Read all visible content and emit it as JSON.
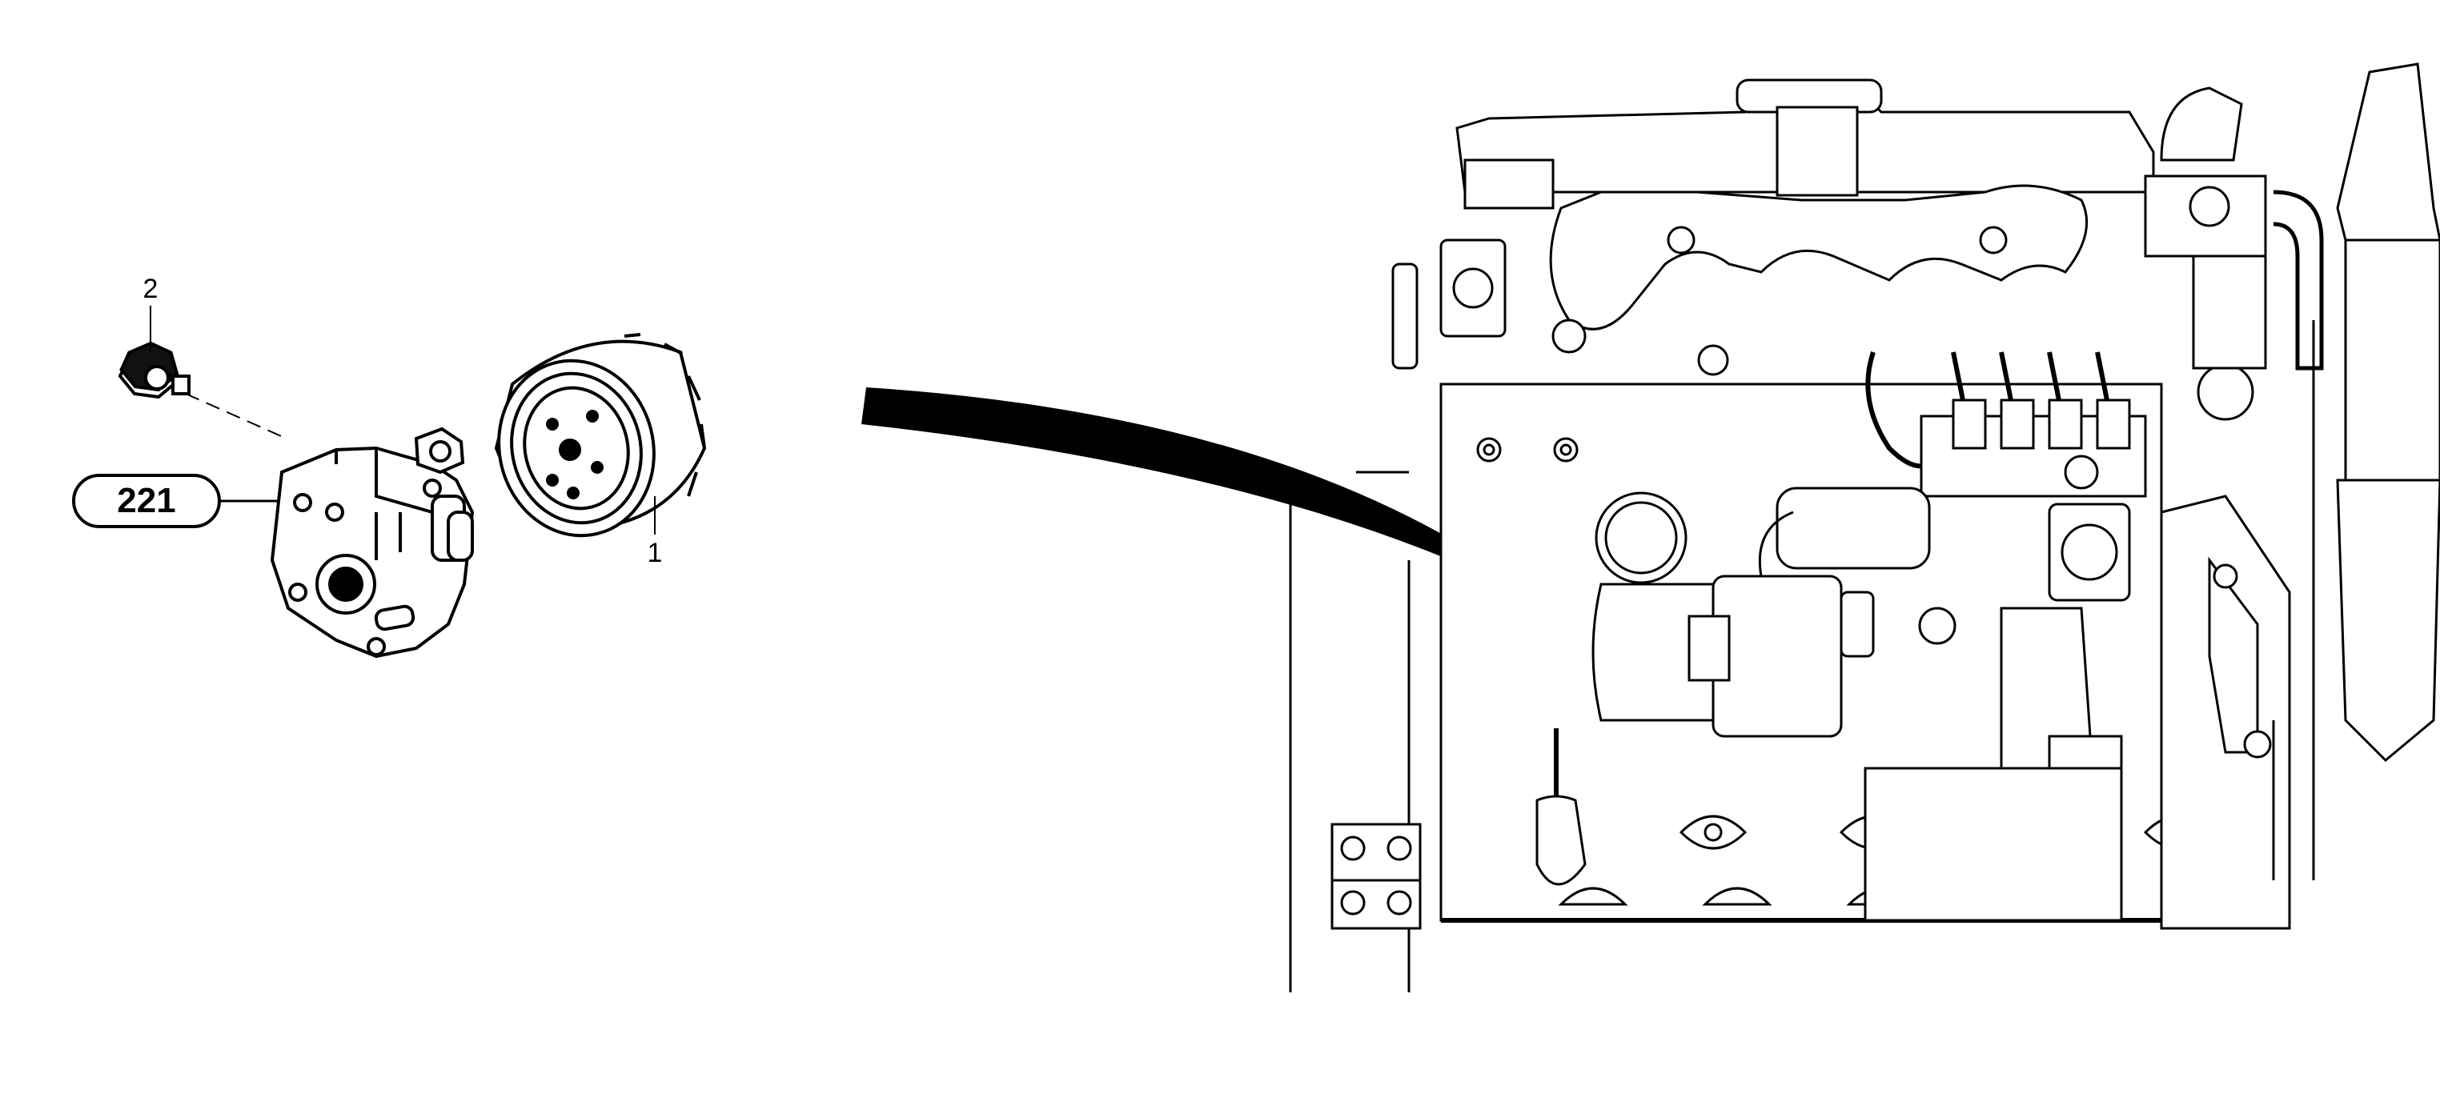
{
  "callout": {
    "label": "221"
  },
  "parts": [
    {
      "number": "1"
    },
    {
      "number": "2"
    }
  ],
  "colors": {
    "line": "#000000",
    "background": "#ffffff"
  }
}
